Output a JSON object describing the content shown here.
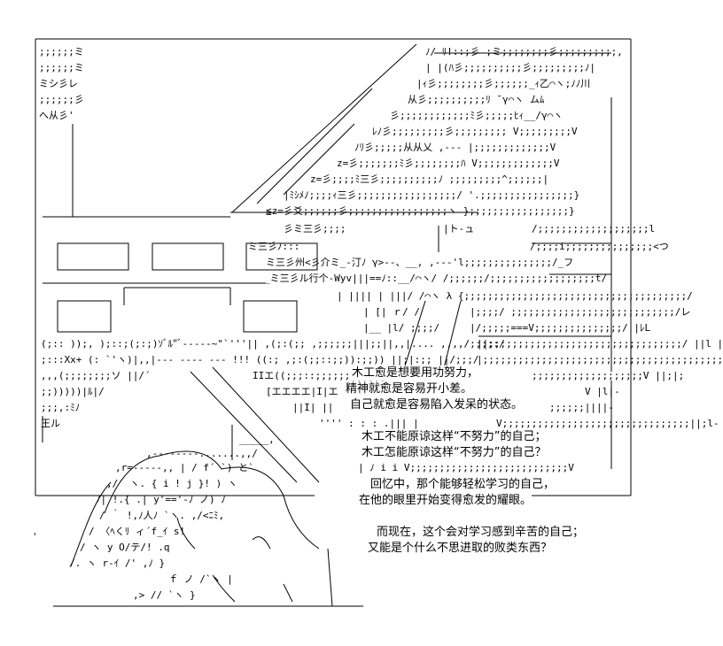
{
  "panel": {
    "lines": [
      "木工愈是想要用功努力，",
      "精神就愈是容易开小差。",
      "自己就愈是容易陷入发呆的状态。",
      "木工不能原谅这样“不努力”的自己；",
      "木工怎能原谅这样“不努力”的自己？",
      "回忆中，那个能够轻松学习的自己，",
      "在他的眼里开始变得愈发的耀眼。"
    ]
  },
  "outside": {
    "lines": [
      "而现在，这个会对学习感到辛苦的自己；",
      "又能是个什么不思进取的败类东西？"
    ]
  }
}
